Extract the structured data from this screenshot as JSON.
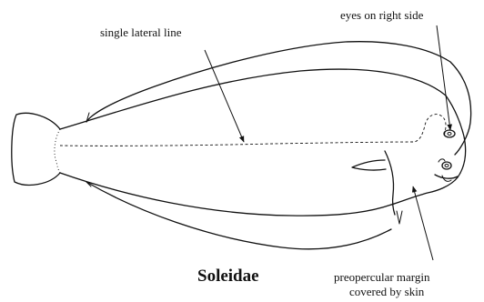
{
  "figure": {
    "title": "Soleidae",
    "labels": {
      "lateral_line": "single lateral line",
      "eyes": "eyes on right side",
      "preopercular_line1": "preopercular margin",
      "preopercular_line2": "covered by skin"
    },
    "colors": {
      "ink": "#111111",
      "background": "#ffffff"
    }
  }
}
